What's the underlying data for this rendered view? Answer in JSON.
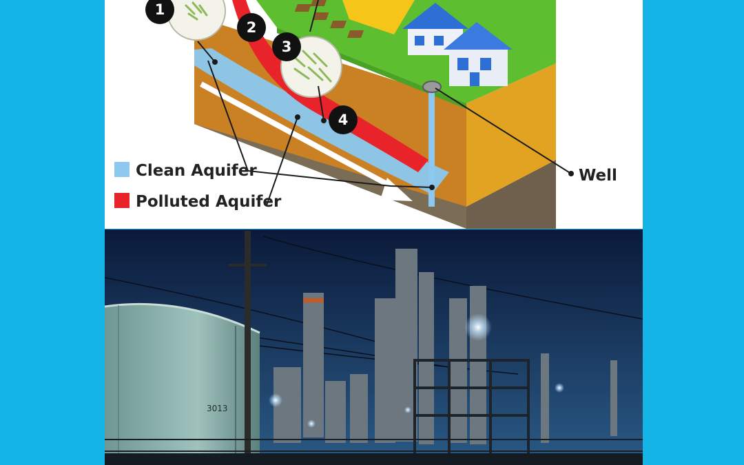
{
  "diagram": {
    "markers": [
      {
        "number": "1"
      },
      {
        "number": "2"
      },
      {
        "number": "3"
      },
      {
        "number": "4"
      }
    ],
    "legend": [
      {
        "label": "Clean Aquifer",
        "color": "#8cc8ef"
      },
      {
        "label": "Polluted Aquifer",
        "color": "#e8232a"
      }
    ],
    "well_label": "Well",
    "colors": {
      "soil": "#c77c1f",
      "soil_side": "#e0a21e",
      "bedrock": "#7a6b55",
      "grass": "#5cbf30",
      "house_roof": "#2e6fd6",
      "field": "#f5c51a"
    }
  },
  "photo": {
    "tank_number": "3013",
    "colors": {
      "sky_top": "#0b1a3a",
      "sky_bottom": "#24507c",
      "tank": "#8fb5b0"
    }
  }
}
